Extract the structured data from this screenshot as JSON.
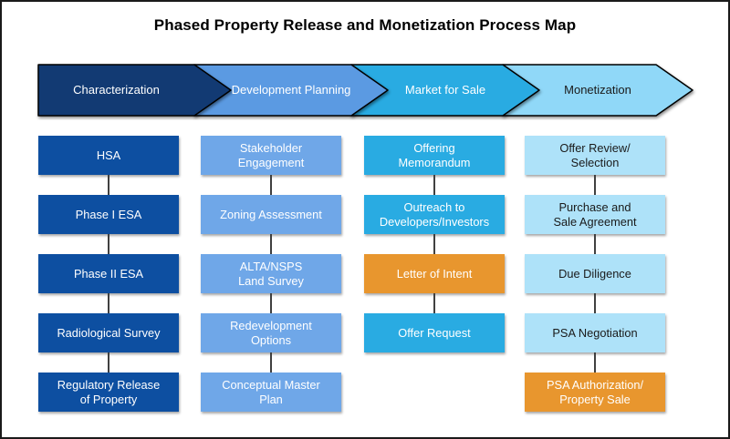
{
  "title": "Phased Property Release and Monetization Process Map",
  "colors": {
    "highlight": "#E8962E",
    "highlight_text": "#FFFFFF",
    "connector": "#404040",
    "frame_border": "#000000",
    "background": "#FFFFFF"
  },
  "phases": [
    {
      "label": "Characterization",
      "chevron_color": "#123A73",
      "chevron_text_color": "#FFFFFF",
      "box_color": "#0D4FA1",
      "box_text_color": "#FFFFFF",
      "boxes": [
        {
          "label": "HSA"
        },
        {
          "label": "Phase I ESA"
        },
        {
          "label": "Phase II ESA"
        },
        {
          "label": "Radiological Survey"
        },
        {
          "label": "Regulatory Release\nof Property"
        }
      ]
    },
    {
      "label": "Development Planning",
      "chevron_color": "#5B9AE2",
      "chevron_text_color": "#FFFFFF",
      "box_color": "#6FA7E8",
      "box_text_color": "#FFFFFF",
      "boxes": [
        {
          "label": "Stakeholder\nEngagement"
        },
        {
          "label": "Zoning Assessment"
        },
        {
          "label": "ALTA/NSPS\nLand Survey"
        },
        {
          "label": "Redevelopment\nOptions"
        },
        {
          "label": "Conceptual Master\nPlan"
        }
      ]
    },
    {
      "label": "Market for Sale",
      "chevron_color": "#29ABE2",
      "chevron_text_color": "#FFFFFF",
      "box_color": "#29ABE2",
      "box_text_color": "#FFFFFF",
      "boxes": [
        {
          "label": "Offering\nMemorandum"
        },
        {
          "label": "Outreach to\nDevelopers/Investors"
        },
        {
          "label": "Letter of Intent",
          "highlight": true
        },
        {
          "label": "Offer Request"
        }
      ]
    },
    {
      "label": "Monetization",
      "chevron_color": "#90D8F8",
      "chevron_text_color": "#1A1A1A",
      "box_color": "#AEE2F9",
      "box_text_color": "#1A1A1A",
      "boxes": [
        {
          "label": "Offer Review/\nSelection"
        },
        {
          "label": "Purchase and\nSale Agreement"
        },
        {
          "label": "Due Diligence"
        },
        {
          "label": "PSA Negotiation"
        },
        {
          "label": "PSA Authorization/\nProperty Sale",
          "highlight": true
        }
      ]
    }
  ]
}
